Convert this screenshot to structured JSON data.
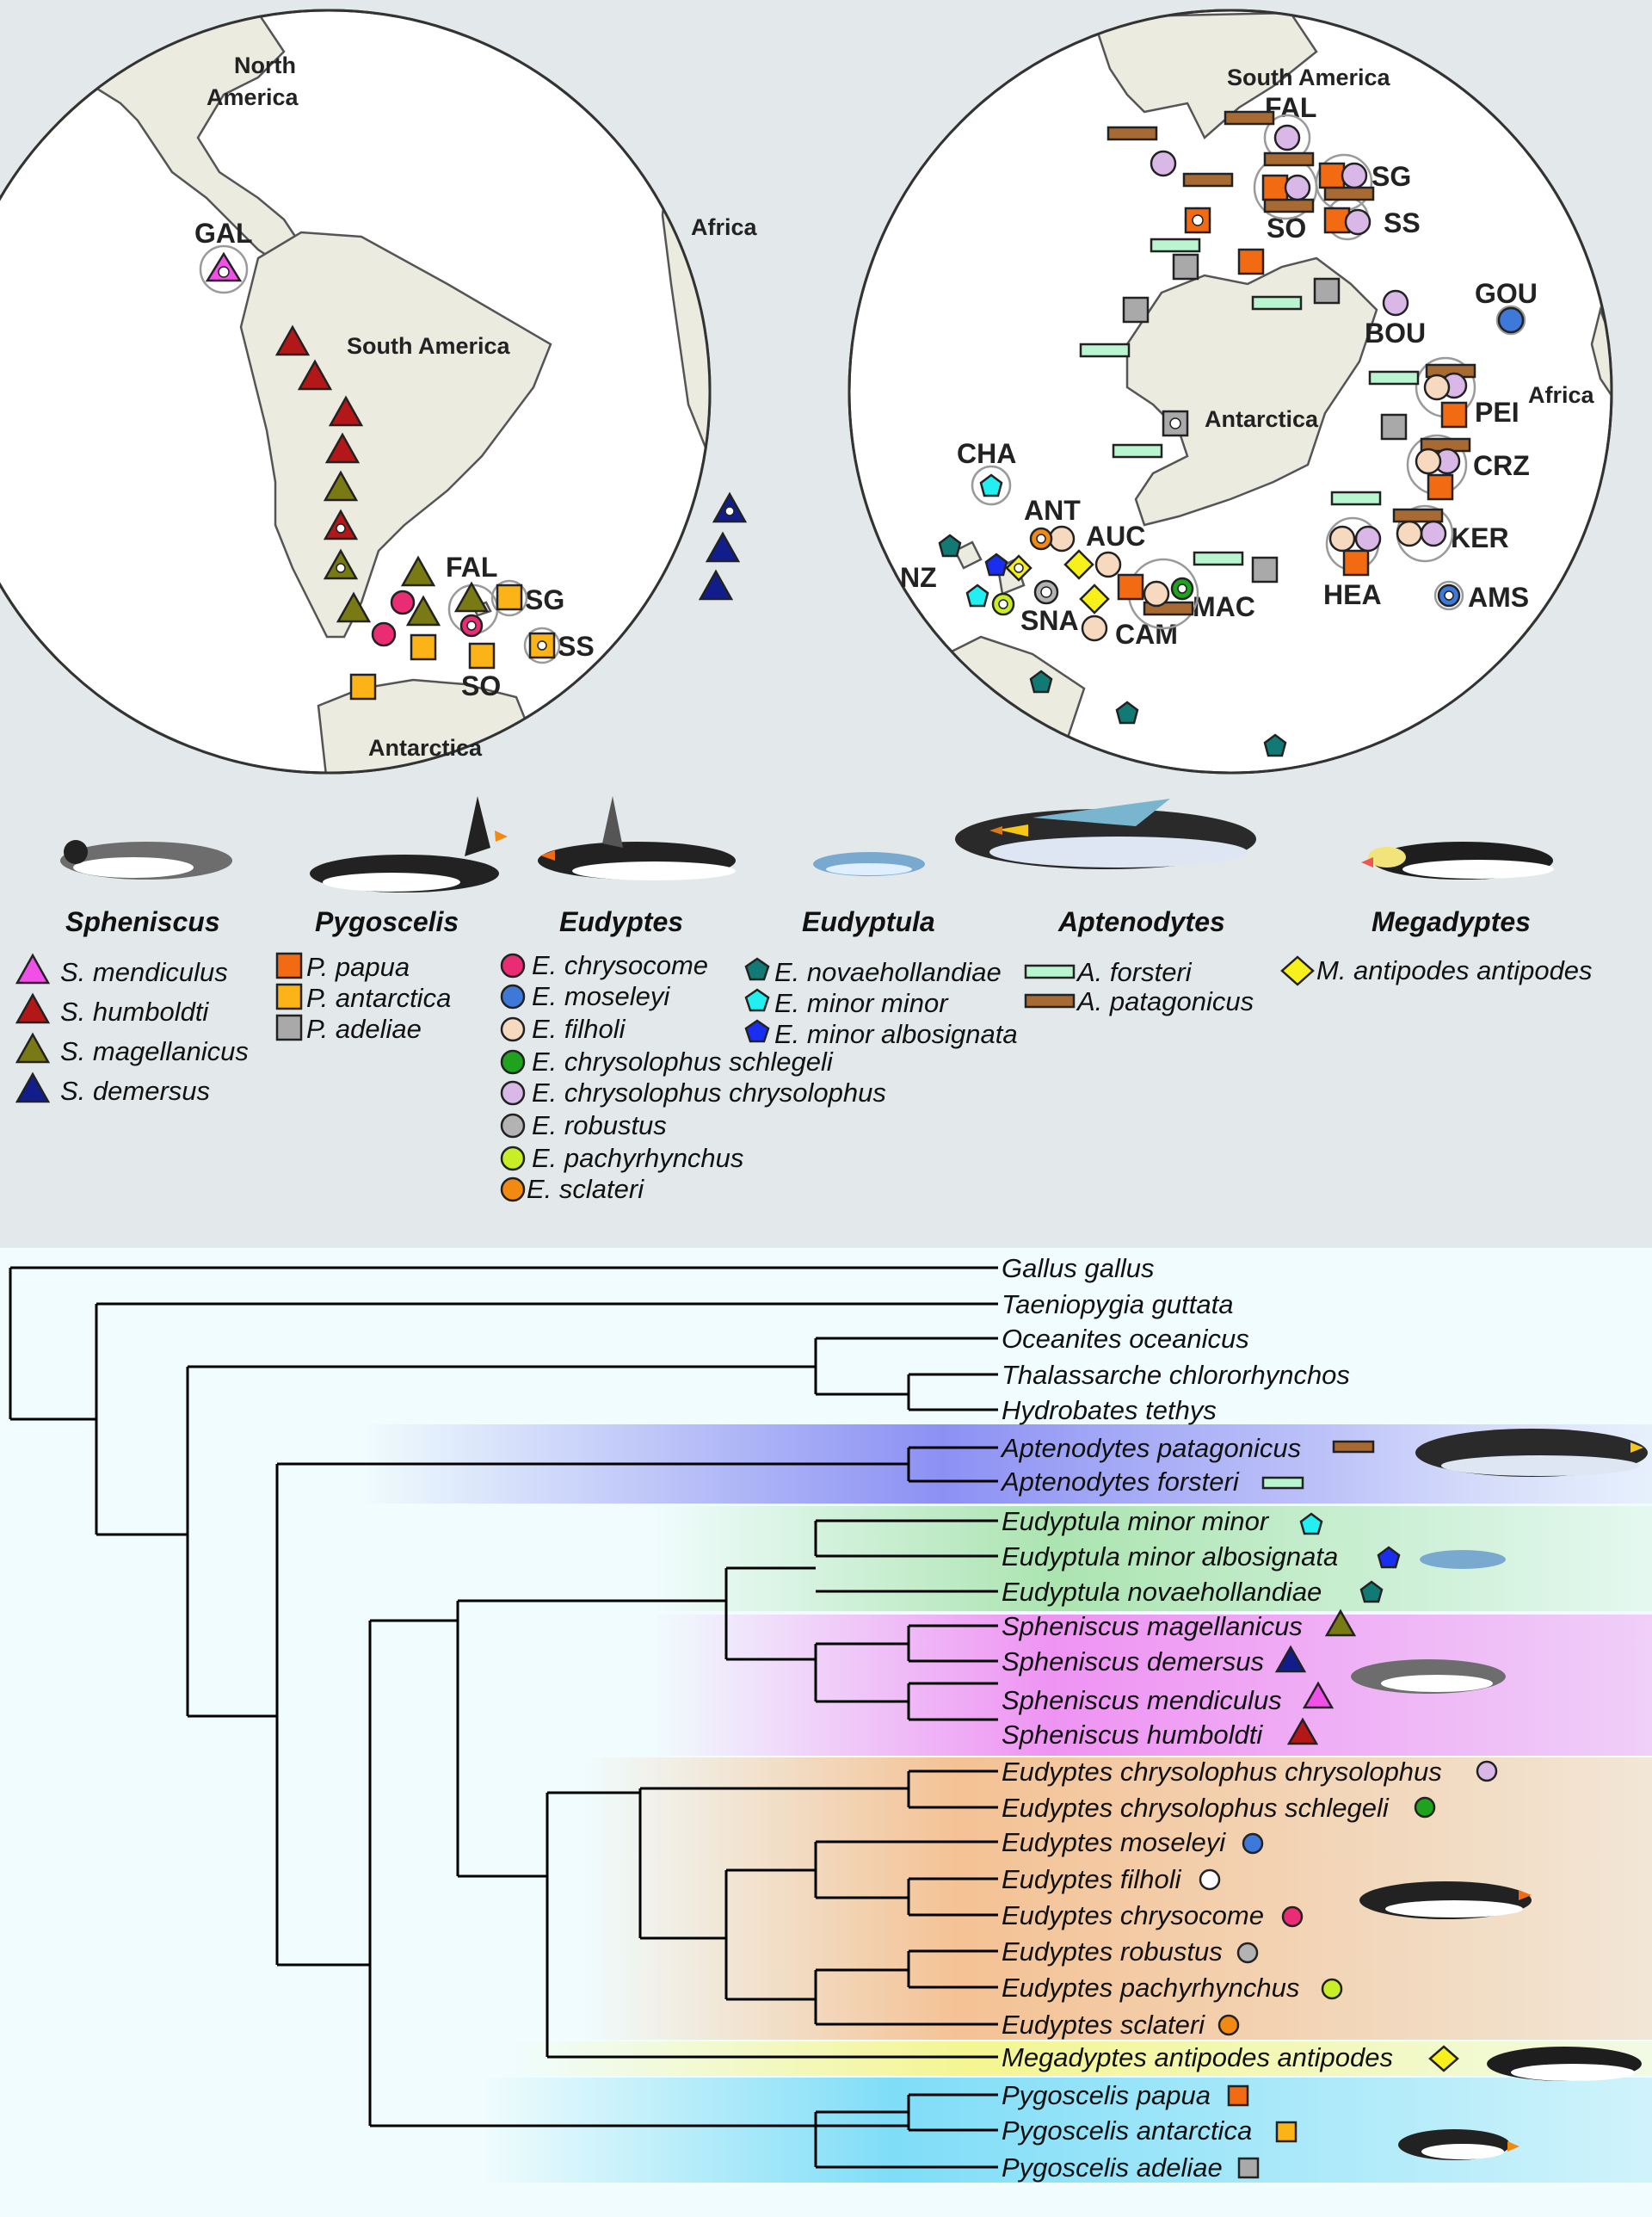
{
  "map_left": {
    "labels": {
      "north_america": [
        "North",
        "America"
      ],
      "south_america": "South America",
      "africa": "Africa",
      "antarctica": "Antarctica",
      "gal": "GAL",
      "fal": "FAL",
      "sg": "SG",
      "ss": "SS",
      "so": "SO"
    }
  },
  "map_right": {
    "labels": {
      "south_america": "South America",
      "africa": "Africa",
      "antarctica": "Antarctica",
      "fal": "FAL",
      "sg": "SG",
      "so": "SO",
      "ss": "SS",
      "gou": "GOU",
      "bou": "BOU",
      "pei": "PEI",
      "crz": "CRZ",
      "ker": "KER",
      "hea": "HEA",
      "ams": "AMS",
      "cha": "CHA",
      "ant": "ANT",
      "auc": "AUC",
      "nz": "NZ",
      "sna": "SNA",
      "mac": "MAC",
      "cam": "CAM"
    }
  },
  "legend": {
    "genera": [
      "Spheniscus",
      "Pygoscelis",
      "Eudyptes",
      "Eudyptula",
      "Aptenodytes",
      "Megadyptes"
    ],
    "spheniscus": [
      "S. mendiculus",
      "S. humboldti",
      "S. magellanicus",
      "S. demersus"
    ],
    "pygoscelis": [
      "P. papua",
      "P. antarctica",
      "P. adeliae"
    ],
    "eudyptes": [
      "E. chrysocome",
      "E. moseleyi",
      "E. filholi",
      "E. chrysolophus schlegeli",
      "E. chrysolophus chrysolophus",
      "E. robustus",
      "E. pachyrhynchus",
      "E. sclateri"
    ],
    "eudyptula": [
      "E. novaehollandiae",
      "E. minor minor",
      "E. minor albosignata"
    ],
    "aptenodytes": [
      "A. forsteri",
      "A. patagonicus"
    ],
    "megadyptes": [
      "M. antipodes antipodes"
    ]
  },
  "tree": {
    "tips": [
      "Gallus gallus",
      "Taeniopygia guttata",
      "Oceanites oceanicus",
      "Thalassarche chlororhynchos",
      "Hydrobates tethys",
      "Aptenodytes patagonicus",
      "Aptenodytes forsteri",
      "Eudyptula minor minor",
      "Eudyptula minor albosignata",
      "Eudyptula novaehollandiae",
      "Spheniscus magellanicus",
      "Spheniscus demersus",
      "Spheniscus mendiculus",
      "Spheniscus humboldti",
      "Eudyptes chrysolophus chrysolophus",
      "Eudyptes chrysolophus schlegeli",
      "Eudyptes moseleyi",
      "Eudyptes filholi",
      "Eudyptes chrysocome",
      "Eudyptes robustus",
      "Eudyptes pachyrhynchus",
      "Eudyptes sclateri",
      "Megadyptes antipodes antipodes",
      "Pygoscelis papua",
      "Pygoscelis antarctica",
      "Pygoscelis adeliae"
    ]
  },
  "colors": {
    "mendiculus": "#f050e8",
    "humboldti": "#b31717",
    "magellanicus": "#7a7a14",
    "demersus": "#111d8a",
    "papua": "#f26a12",
    "antarctica": "#fbb318",
    "adeliae": "#a9a9a9",
    "chrysocome": "#ea2c74",
    "moseleyi": "#3e78d8",
    "filholi": "#f7d9c0",
    "schlegeli": "#1fa31f",
    "chrysolophus": "#d9b8e8",
    "robustus": "#b3b3b3",
    "pachyrhynchus": "#c8ee28",
    "sclateri": "#f28a12",
    "novaehollandiae": "#127a74",
    "minor_minor": "#22f0f0",
    "albosignata": "#1a2ef0",
    "forsteri": "#b9f5cf",
    "patagonicus": "#a86a33",
    "megadyptes": "#f7f01a",
    "band_aptenodytes": "#6b6cf0",
    "band_eudyptula": "#7ed47e",
    "band_spheniscus": "#ee66ee",
    "band_eudyptes": "#f5b37a",
    "band_megadyptes": "#f5f585",
    "band_pygoscelis": "#4fd0f5"
  }
}
